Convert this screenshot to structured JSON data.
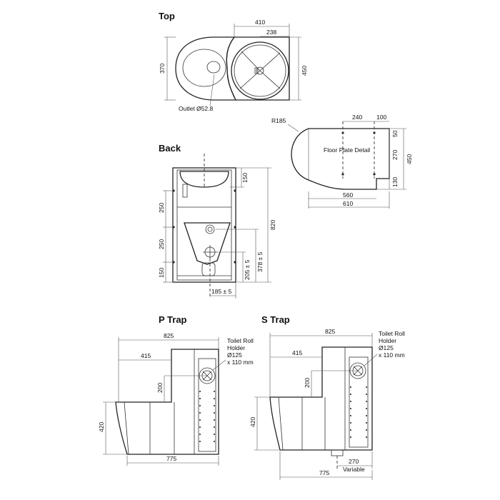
{
  "views": {
    "top": {
      "title": "Top",
      "dim_410": "410",
      "dim_238": "238",
      "dim_370": "370",
      "dim_450": "450",
      "outlet": "Outlet Ø52.8"
    },
    "floor_plate": {
      "radius": "R185",
      "dim_240": "240",
      "dim_100": "100",
      "dim_50": "50",
      "label": "Floor Plate Detail",
      "dim_270": "270",
      "dim_450": "450",
      "dim_130": "130",
      "dim_560": "560",
      "dim_610": "610"
    },
    "back": {
      "title": "Back",
      "dim_150_top": "150",
      "dim_820": "820",
      "dim_250_a": "250",
      "dim_250_b": "250",
      "dim_150_bottom": "150",
      "dim_378": "378 ± 5",
      "dim_205": "205 ± 5",
      "dim_185": "185 ± 5"
    },
    "p_trap": {
      "title": "P Trap",
      "dim_825": "825",
      "dim_415": "415",
      "dim_200": "200",
      "dim_420": "420",
      "dim_775": "775",
      "holder_l1": "Toilet Roll",
      "holder_l2": "Holder",
      "holder_l3": "Ø125",
      "holder_l4": "x 110 mm"
    },
    "s_trap": {
      "title": "S Trap",
      "dim_825": "825",
      "dim_415": "415",
      "dim_200": "200",
      "dim_420": "420",
      "dim_775": "775",
      "dim_270": "270",
      "variable": "Variable",
      "holder_l1": "Toilet Roll",
      "holder_l2": "Holder",
      "holder_l3": "Ø125",
      "holder_l4": "x 110 mm"
    }
  }
}
